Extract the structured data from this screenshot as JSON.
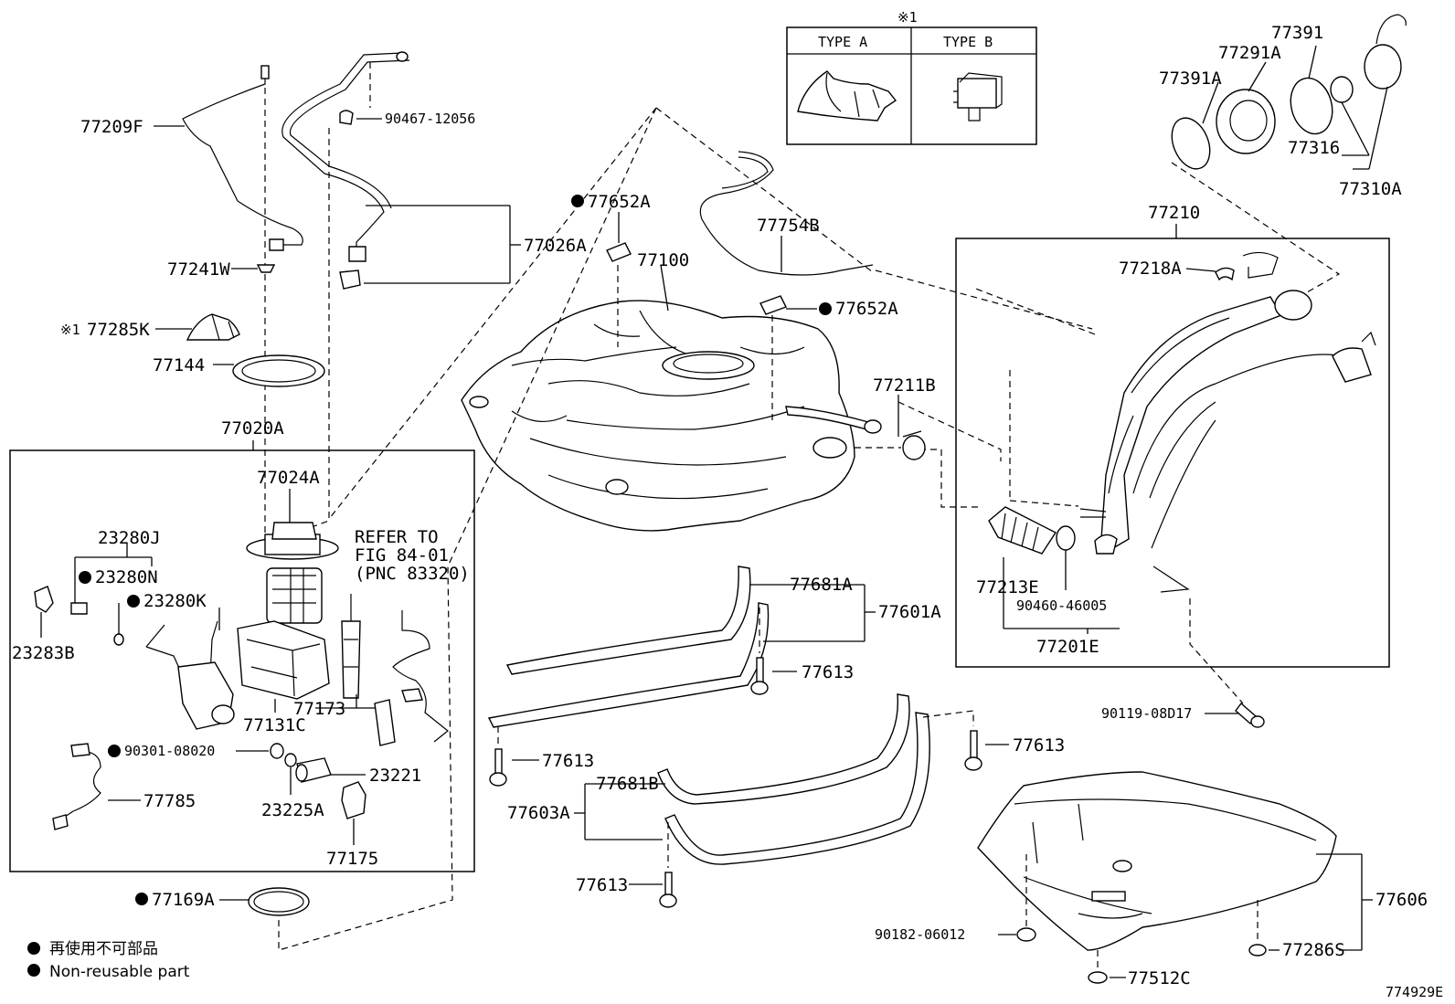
{
  "diagram_code": "774929E",
  "type_table": {
    "note_mark": "※1",
    "type_a": "TYPE A",
    "type_b": "TYPE B"
  },
  "legend": {
    "jp": "再使用不可部品",
    "en": "Non-reusable part"
  },
  "refer": {
    "line1": "REFER TO",
    "line2": "FIG 84-01",
    "line3": "(PNC 83320)"
  },
  "labels": {
    "p77209F": "77209F",
    "p77241W": "77241W",
    "p77285K": "77285K",
    "p77285K_mark": "※1",
    "p77144": "77144",
    "p90467": "90467-12056",
    "p77026A": "77026A",
    "p77020A": "77020A",
    "p77024A": "77024A",
    "p23280J": "23280J",
    "p23280N": "23280N",
    "p23280K": "23280K",
    "p23283B": "23283B",
    "p77131C": "77131C",
    "p77173": "77173",
    "p90301": "90301-08020",
    "p23221": "23221",
    "p23225A": "23225A",
    "p77785": "77785",
    "p77175": "77175",
    "p77169A": "77169A",
    "p77652A_top": "77652A",
    "p77100": "77100",
    "p77754B": "77754B",
    "p77652A_mid": "77652A",
    "p77211B": "77211B",
    "p77681A": "77681A",
    "p77601A": "77601A",
    "p77613_a": "77613",
    "p77613_b": "77613",
    "p77613_c": "77613",
    "p77613_d": "77613",
    "p77681B": "77681B",
    "p77603A": "77603A",
    "p77391": "77391",
    "p77291A": "77291A",
    "p77391A": "77391A",
    "p77316": "77316",
    "p77310A": "77310A",
    "p77210": "77210",
    "p77218A": "77218A",
    "p77213E": "77213E",
    "p90460": "90460-46005",
    "p77201E": "77201E",
    "p90119": "90119-08D17",
    "p77606": "77606",
    "p90182": "90182-06012",
    "p77286S": "77286S",
    "p77512C": "77512C"
  }
}
